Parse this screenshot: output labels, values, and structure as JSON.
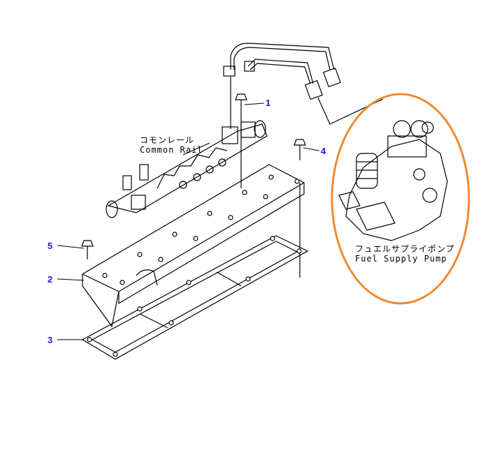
{
  "labels": {
    "common_rail_jp": "コモンレール",
    "common_rail_en": "Common Rail",
    "fuel_pump_jp": "フュエルサプライポンプ",
    "fuel_pump_en": "Fuel Supply Pump"
  },
  "callouts": [
    "1",
    "2",
    "3",
    "4",
    "5"
  ],
  "colors": {
    "callout": "#1a1adc",
    "highlight": "#f08a32",
    "line": "#000000"
  }
}
